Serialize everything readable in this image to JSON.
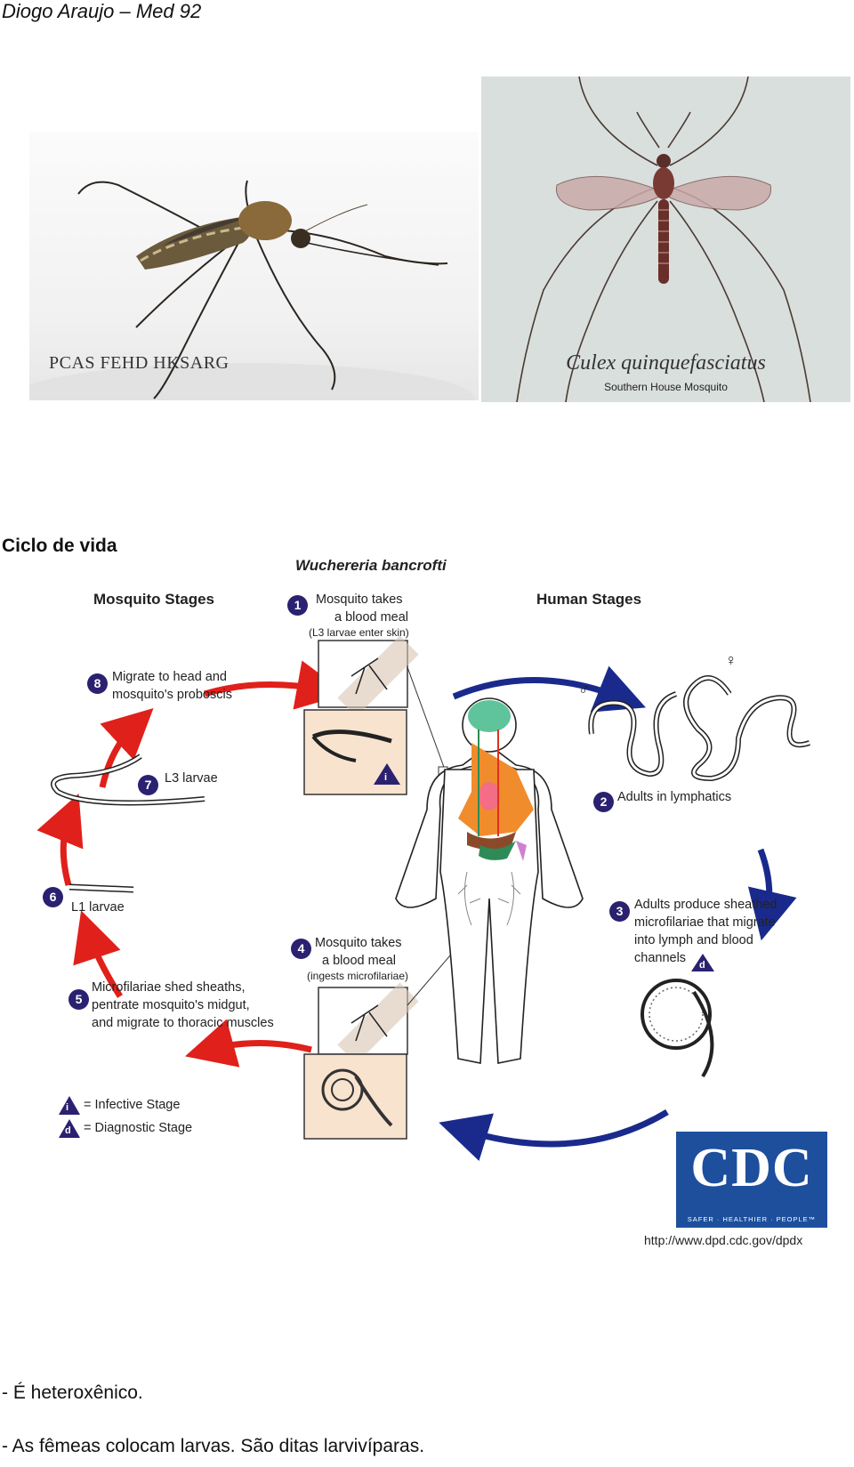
{
  "header": {
    "text": "Diogo Araujo – Med 92"
  },
  "photos": [
    {
      "caption": "PCAS FEHD HKSARG"
    },
    {
      "caption": "Culex quinquefasciatus",
      "subcaption": "Southern House Mosquito"
    }
  ],
  "section": {
    "title": "Ciclo de vida"
  },
  "diagram": {
    "title": "Wuchereria bancrofti",
    "mosquito_heading": "Mosquito Stages",
    "human_heading": "Human Stages",
    "steps": [
      {
        "num": "1",
        "line1": "Mosquito takes",
        "line2": "a blood meal",
        "note": "(L3 larvae enter skin)"
      },
      {
        "num": "2",
        "text": "Adults in lymphatics"
      },
      {
        "num": "3",
        "line1": "Adults produce sheathed",
        "line2": "microfilariae that migrate",
        "line3": "into lymph and blood",
        "line4": "channels"
      },
      {
        "num": "4",
        "line1": "Mosquito takes",
        "line2": "a blood meal",
        "note": "(ingests microfilariae)"
      },
      {
        "num": "5",
        "line1": "Microfilariae shed sheaths,",
        "line2": "pentrate mosquito's midgut,",
        "line3": "and migrate to thoracic muscles"
      },
      {
        "num": "6",
        "text": "L1 larvae"
      },
      {
        "num": "7",
        "text": "L3 larvae"
      },
      {
        "num": "8",
        "line1": "Migrate to head and",
        "line2": "mosquito's proboscis"
      }
    ],
    "legend": {
      "infective_symbol": "i",
      "infective_label": "= Infective Stage",
      "diagnostic_symbol": "d",
      "diagnostic_label": "= Diagnostic Stage"
    },
    "sex_male": "♂",
    "sex_female": "♀",
    "cdc": {
      "logo": "CDC",
      "tagline": "SAFER · HEALTHIER · PEOPLE™",
      "url": "http://www.dpd.cdc.gov/dpdx"
    },
    "colors": {
      "red_arrow": "#e0201a",
      "blue_arrow": "#1a2a8c",
      "badge": "#2a2170",
      "panel": "#f8e3cf"
    }
  },
  "bullets": [
    "- É heteroxênico.",
    "- As fêmeas colocam larvas. São ditas larvivíparas."
  ]
}
